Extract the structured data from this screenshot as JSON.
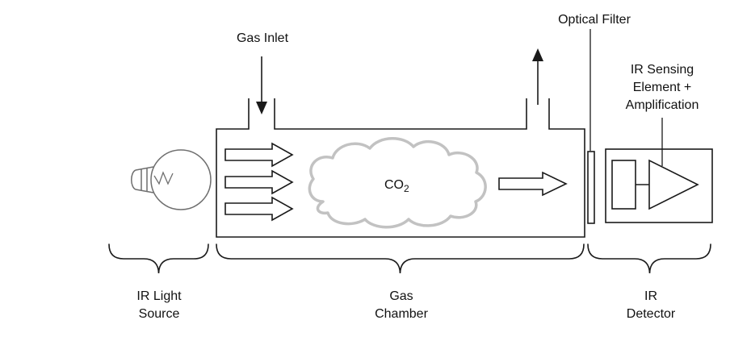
{
  "diagram": {
    "colors": {
      "line": "#1a1a1a",
      "cloud": "#c2c2c2",
      "bulb": "#6f6f6f",
      "background": "#ffffff"
    },
    "top_labels": {
      "gas_inlet": "Gas Inlet",
      "optical_filter": "Optical Filter",
      "ir_sensing": [
        "IR Sensing",
        "Element +",
        "Amplification"
      ]
    },
    "chamber": {
      "gas": "CO",
      "gas_subscript": "2"
    },
    "bottom_sections": [
      {
        "label_lines": [
          "IR Light",
          "Source"
        ]
      },
      {
        "label_lines": [
          "Gas",
          "Chamber"
        ]
      },
      {
        "label_lines": [
          "IR",
          "Detector"
        ]
      }
    ]
  }
}
